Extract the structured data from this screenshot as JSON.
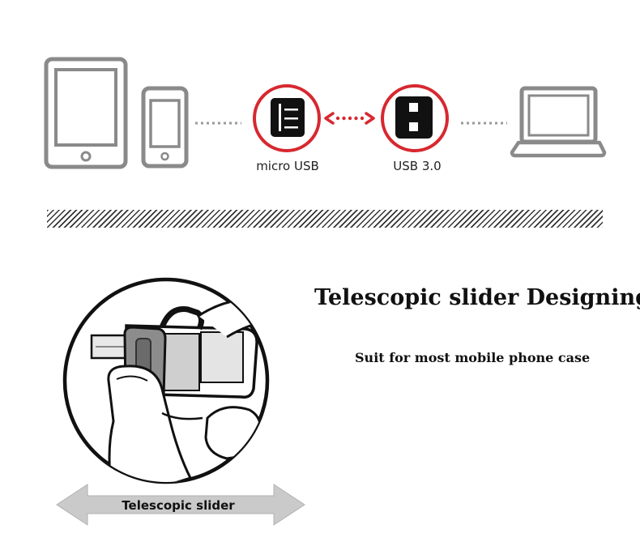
{
  "connectors": {
    "micro_usb_label": "micro USB",
    "usb3_label": "USB 3.0"
  },
  "section": {
    "headline": "Telescopic slider Designing",
    "subline": "Suit for most mobile phone case"
  },
  "illustration": {
    "slider_label": "Telescopic slider"
  },
  "colors": {
    "accent_red": "#d7282f",
    "device_gray": "#8a8a8a",
    "arrow_gray": "#c9c9c9"
  }
}
